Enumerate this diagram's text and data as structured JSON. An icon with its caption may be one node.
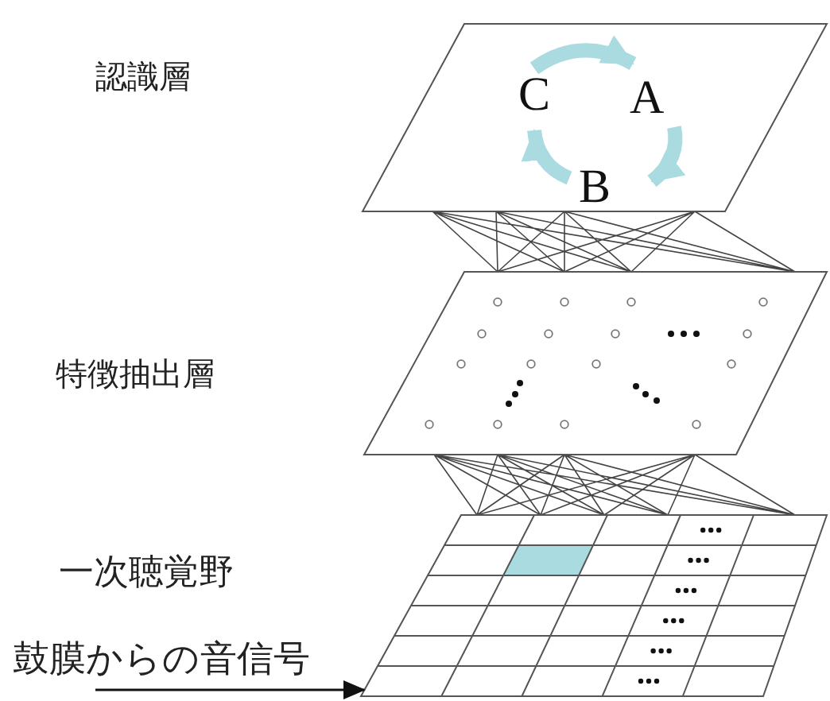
{
  "diagram": {
    "nodes": [
      {
        "text": [],
        "shape": "parallelogram"
      },
      {
        "text": [
          "C"
        ],
        "in": 0
      },
      {
        "text": [
          "A"
        ],
        "in": 0
      },
      {
        "text": [
          "B"
        ],
        "in": 0
      },
      {
        "text": [],
        "shape": "parallelogram"
      },
      {
        "text": [],
        "shape": "grid"
      },
      {
        "text": [
          "鼓膜からの音信号"
        ]
      }
    ],
    "edges": [
      {
        "from": 1,
        "to": 2,
        "arrow": "to",
        "style": "thick",
        "color": "#a9dbe0"
      },
      {
        "from": 2,
        "to": 3,
        "arrow": "to",
        "style": "thick",
        "color": "#a9dbe0"
      },
      {
        "from": 3,
        "to": 1,
        "arrow": "to",
        "style": "thick",
        "color": "#a9dbe0"
      },
      {
        "from": 4,
        "to": 0,
        "arrow": "none",
        "color": "#444444"
      },
      {
        "from": 5,
        "to": 4,
        "arrow": "none",
        "color": "#444444"
      },
      {
        "from": 6,
        "to": 5,
        "arrow": "to",
        "color": "#111111"
      }
    ],
    "labels": [
      "認識層",
      "特徴抽出層",
      "一次聴覚野"
    ]
  }
}
